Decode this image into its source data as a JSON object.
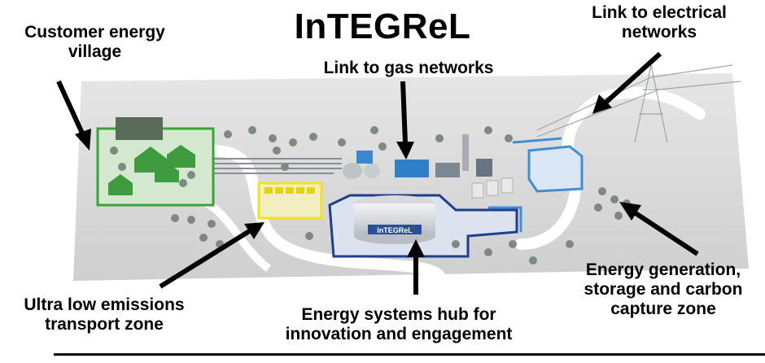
{
  "title": "InTEGReL",
  "building_sign": "InTEGReL",
  "callouts": {
    "customer": [
      "Customer energy",
      "village"
    ],
    "electrical": [
      "Link to electrical",
      "networks"
    ],
    "gas": [
      "Link to gas networks"
    ],
    "transport": [
      "Ultra low emissions",
      "transport zone"
    ],
    "hub": [
      "Energy systems hub for",
      "innovation and engagement"
    ],
    "generation": [
      "Energy generation,",
      "storage and carbon",
      "capture zone"
    ]
  },
  "colors": {
    "village_zone": "#3aa43a",
    "transport_zone": "#f2e21c",
    "hub_zone": "#1e3f8f",
    "generation_zone": "#3f8fd6",
    "ground": "#dcdcdc",
    "road": "#ffffff",
    "arrow": "#000000"
  },
  "icons": [
    "arrow-icon",
    "tree-icon",
    "house-icon",
    "pylon-icon",
    "solar-panel-icon",
    "gas-tank-icon"
  ]
}
